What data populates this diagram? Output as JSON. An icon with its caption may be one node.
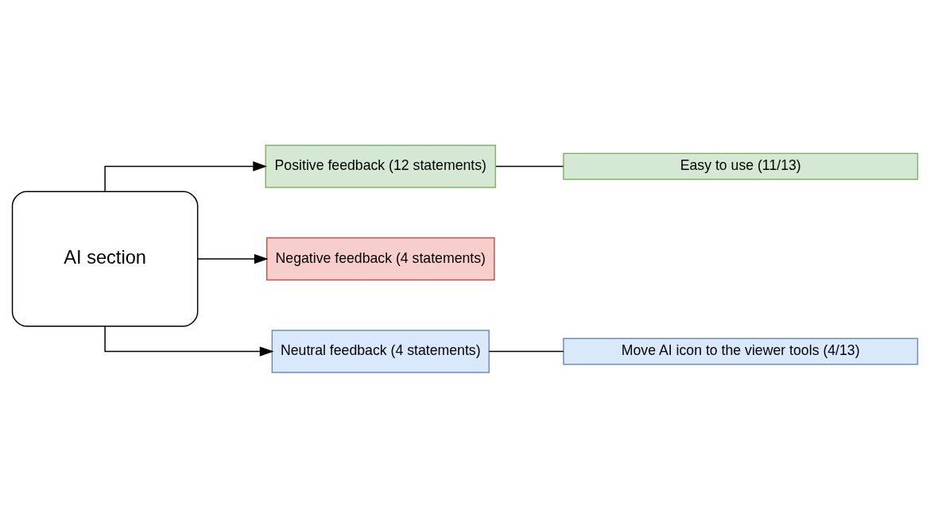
{
  "diagram": {
    "nodes": [
      {
        "text": [
          "AI section"
        ]
      },
      {
        "text": [
          "Positive feedback (12 statements)"
        ]
      },
      {
        "text": [
          "Negative feedback (4 statements)"
        ]
      },
      {
        "text": [
          "Neutral feedback (4 statements)"
        ]
      },
      {
        "text": [
          "Easy to use (11/13)"
        ]
      },
      {
        "text": [
          "Move AI icon to the viewer tools (4/13)"
        ]
      }
    ],
    "edges": [
      {
        "from": 0,
        "to": 1,
        "arrow": "to"
      },
      {
        "from": 0,
        "to": 2,
        "arrow": "to"
      },
      {
        "from": 0,
        "to": 3,
        "arrow": "to"
      },
      {
        "from": 1,
        "to": 4,
        "arrow": "none"
      },
      {
        "from": 3,
        "to": 5,
        "arrow": "none"
      }
    ]
  }
}
